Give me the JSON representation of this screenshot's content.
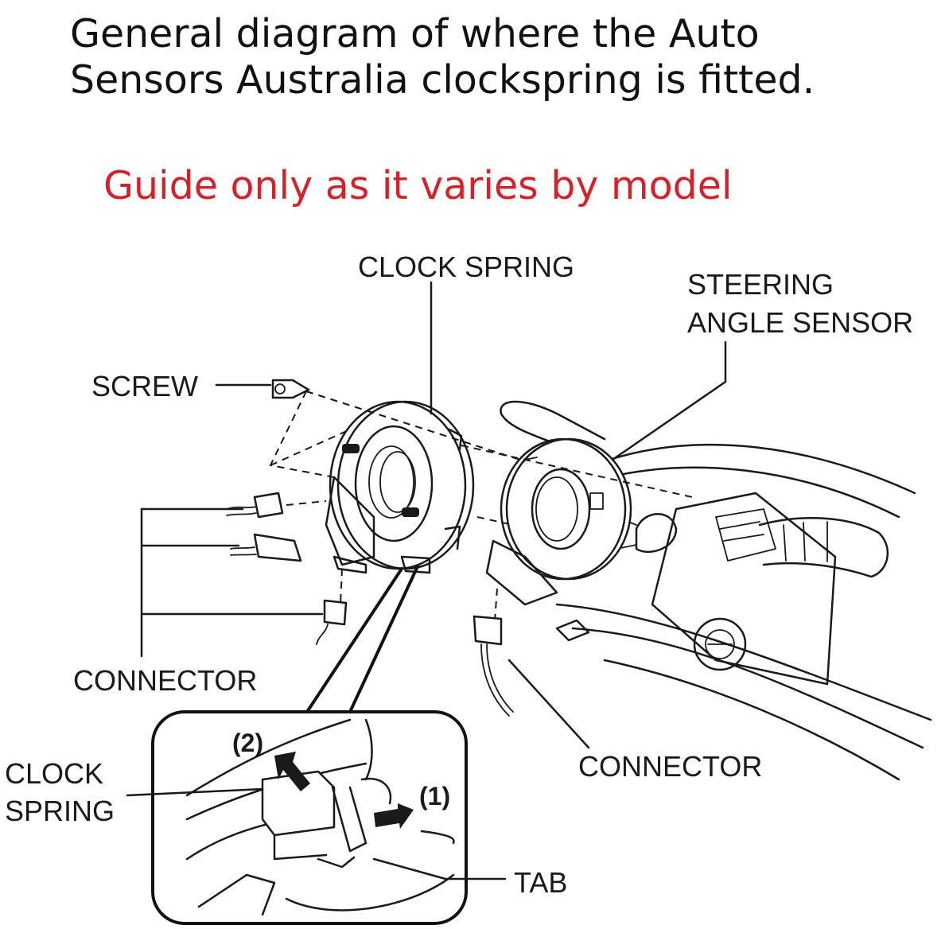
{
  "header": {
    "title_line1": "General diagram of where the Auto",
    "title_line2": "Sensors Australia clockspring is fitted.",
    "subtitle": "Guide only as it varies by model",
    "subtitle_color": "#d2232a"
  },
  "labels": {
    "clock_spring_top": "CLOCK SPRING",
    "steering_line1": "STEERING",
    "steering_line2": "ANGLE SENSOR",
    "screw": "SCREW",
    "connector_left": "CONNECTOR",
    "connector_right": "CONNECTOR",
    "clock_spring_inset_line1": "CLOCK",
    "clock_spring_inset_line2": "SPRING",
    "step_2": "(2)",
    "step_1": "(1)",
    "tab": "TAB"
  },
  "icons": [
    "screw-icon",
    "connector-plug-icon",
    "arrow-icon"
  ]
}
